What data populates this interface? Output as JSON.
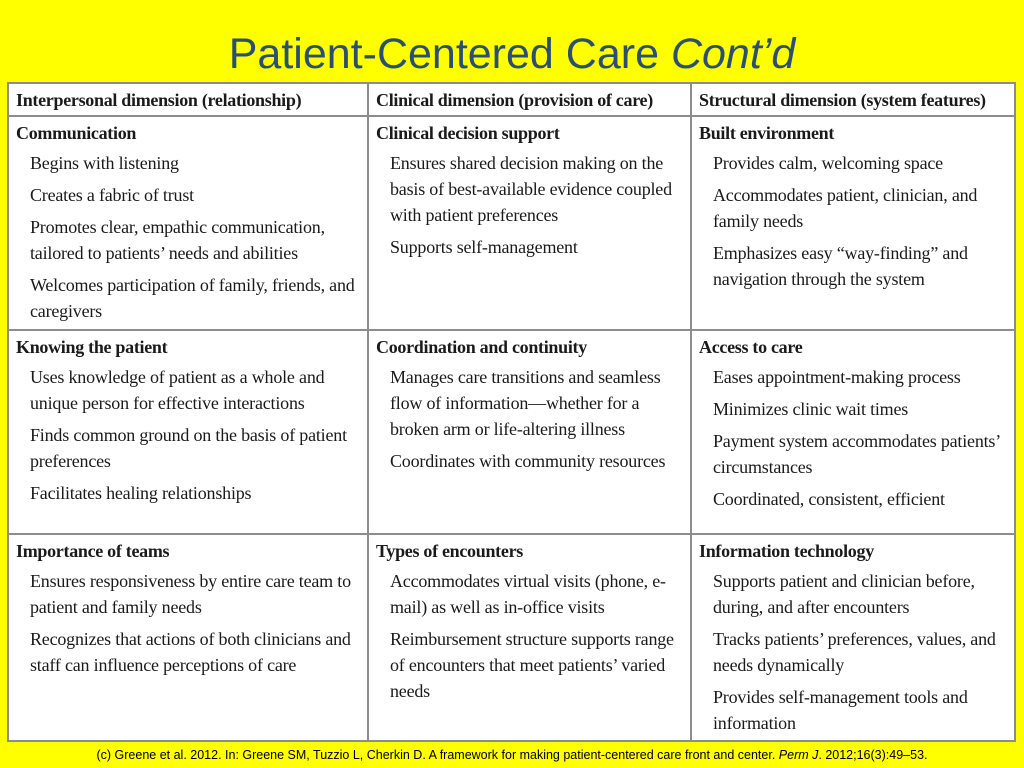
{
  "slide": {
    "title_main": "Patient-Centered Care",
    "title_italic": "Cont’d"
  },
  "table": {
    "headers": [
      "Interpersonal dimension (relationship)",
      "Clinical dimension (provision of care)",
      "Structural dimension (system features)"
    ],
    "rows": [
      [
        {
          "title": "Communication",
          "items": [
            "Begins with listening",
            "Creates a fabric of trust",
            "Promotes clear, empathic communication, tailored to patients’ needs and abilities",
            "Welcomes participation of family, friends, and caregivers"
          ]
        },
        {
          "title": "Clinical decision support",
          "items": [
            "Ensures shared decision making on the basis of best-available evidence coupled with patient preferences",
            "Supports self-management"
          ]
        },
        {
          "title": "Built environment",
          "items": [
            "Provides calm, welcoming space",
            "Accommodates patient, clinician, and family needs",
            "Emphasizes easy “way-finding” and navigation through the system"
          ]
        }
      ],
      [
        {
          "title": "Knowing the patient",
          "items": [
            "Uses knowledge of patient as a whole and unique person for effective interactions",
            "Finds common ground on the basis of patient preferences",
            "Facilitates healing relationships"
          ]
        },
        {
          "title": "Coordination and continuity",
          "items": [
            "Manages care transitions and seamless flow of information—whether for a broken arm or life-altering illness",
            "Coordinates with community resources"
          ]
        },
        {
          "title": "Access to care",
          "items": [
            "Eases appointment-making process",
            "Minimizes clinic wait times",
            "Payment system accommodates patients’ circumstances",
            "Coordinated, consistent, efficient"
          ]
        }
      ],
      [
        {
          "title": "Importance of teams",
          "items": [
            "Ensures responsiveness by entire care team to patient and family needs",
            "Recognizes that actions of both clinicians and staff can influence perceptions of care"
          ]
        },
        {
          "title": "Types of encounters",
          "items": [
            "Accommodates virtual visits (phone, e-mail) as well as in-office visits",
            "Reimbursement structure supports range of encounters that meet patients’ varied needs"
          ]
        },
        {
          "title": "Information technology",
          "items": [
            "Supports patient and clinician before, during, and after encounters",
            "Tracks patients’ preferences, values, and needs dynamically",
            "Provides self-management tools and information"
          ]
        }
      ]
    ]
  },
  "footer": {
    "text_before": "(c) Greene et al. 2012. In: Greene SM, Tuzzio L, Cherkin D. A framework for making patient-centered care front and center.",
    "journal": "Perm J",
    "text_after": ". 2012;16(3):49–53."
  }
}
